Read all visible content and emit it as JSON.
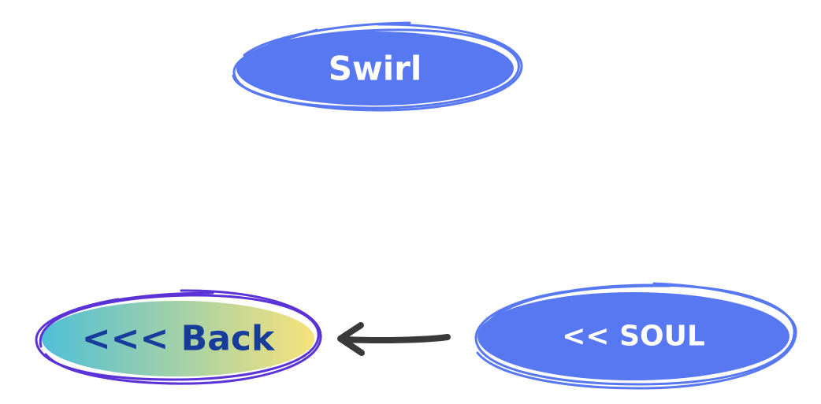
{
  "nodes": {
    "swirl": {
      "label": "Swirl",
      "fill": "#5878F2",
      "text_color": "#FFFFFF",
      "stroke": "#5878F2"
    },
    "back": {
      "label": "<<< Back",
      "gradient_start": "#4FBFD6",
      "gradient_end": "#F7E27A",
      "text_color": "#173C9C",
      "stroke": "#5A32D6"
    },
    "soul": {
      "label": "<< SOUL",
      "fill": "#5878F2",
      "text_color": "#FFFFFF",
      "stroke": "#5878F2"
    }
  },
  "connector": {
    "from": "soul",
    "to": "back",
    "color": "#3A3A3A"
  }
}
